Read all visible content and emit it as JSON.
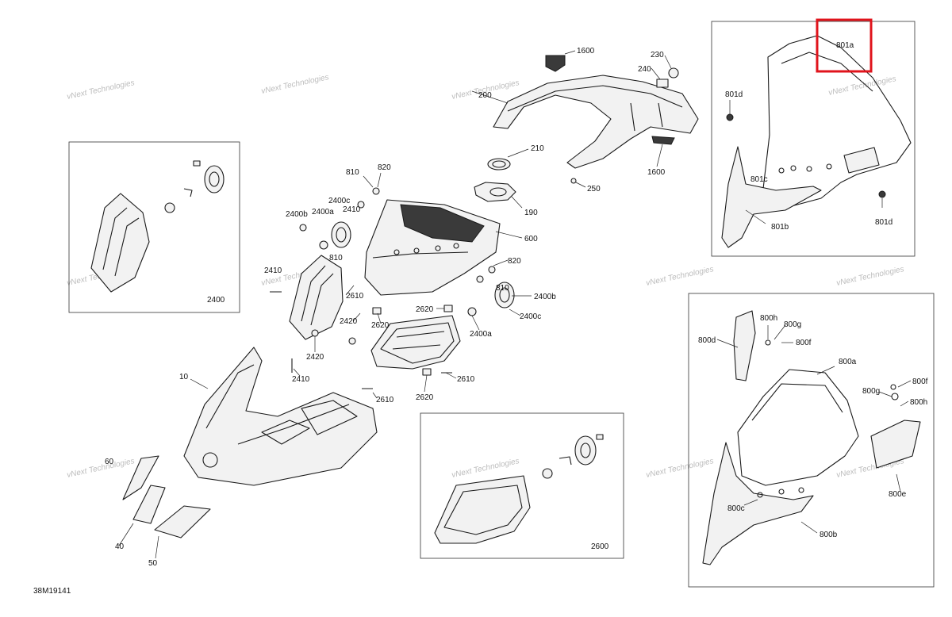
{
  "figure_code": "38M19141",
  "highlighted_label": "801a",
  "watermark": {
    "line1": "vNext Technologies",
    "line2": "Technologies"
  },
  "labels": {
    "l1600a": "1600",
    "l230": "230",
    "l240": "240",
    "l200": "200",
    "l210": "210",
    "l190": "190",
    "l1600b": "1600",
    "l250": "250",
    "l810a": "810",
    "l820a": "820",
    "l2400c_a": "2400c",
    "l2410a": "2410",
    "l2400b_a": "2400b",
    "l2400a_a": "2400a",
    "l810b": "810",
    "l600": "600",
    "l820b": "820",
    "l810c": "810",
    "l2410b": "2410",
    "l2610a": "2610",
    "l2400b_b": "2400b",
    "l2620a": "2620",
    "l2420a": "2420",
    "l2620b": "2620",
    "l2400c_b": "2400c",
    "l2400a_b": "2400a",
    "l2420b": "2420",
    "l2410c": "2410",
    "l2610b": "2610",
    "l2610c": "2610",
    "l2620c": "2620",
    "l10": "10",
    "l60": "60",
    "l40": "40",
    "l50": "50",
    "l2400": "2400",
    "l2600": "2600",
    "l801a": "801a",
    "l801d_a": "801d",
    "l801c": "801c",
    "l801b": "801b",
    "l801d_b": "801d",
    "l800h_a": "800h",
    "l800g_a": "800g",
    "l800d": "800d",
    "l800f_a": "800f",
    "l800a": "800a",
    "l800f_b": "800f",
    "l800g_b": "800g",
    "l800h_b": "800h",
    "l800e": "800e",
    "l800c": "800c",
    "l800b": "800b"
  }
}
